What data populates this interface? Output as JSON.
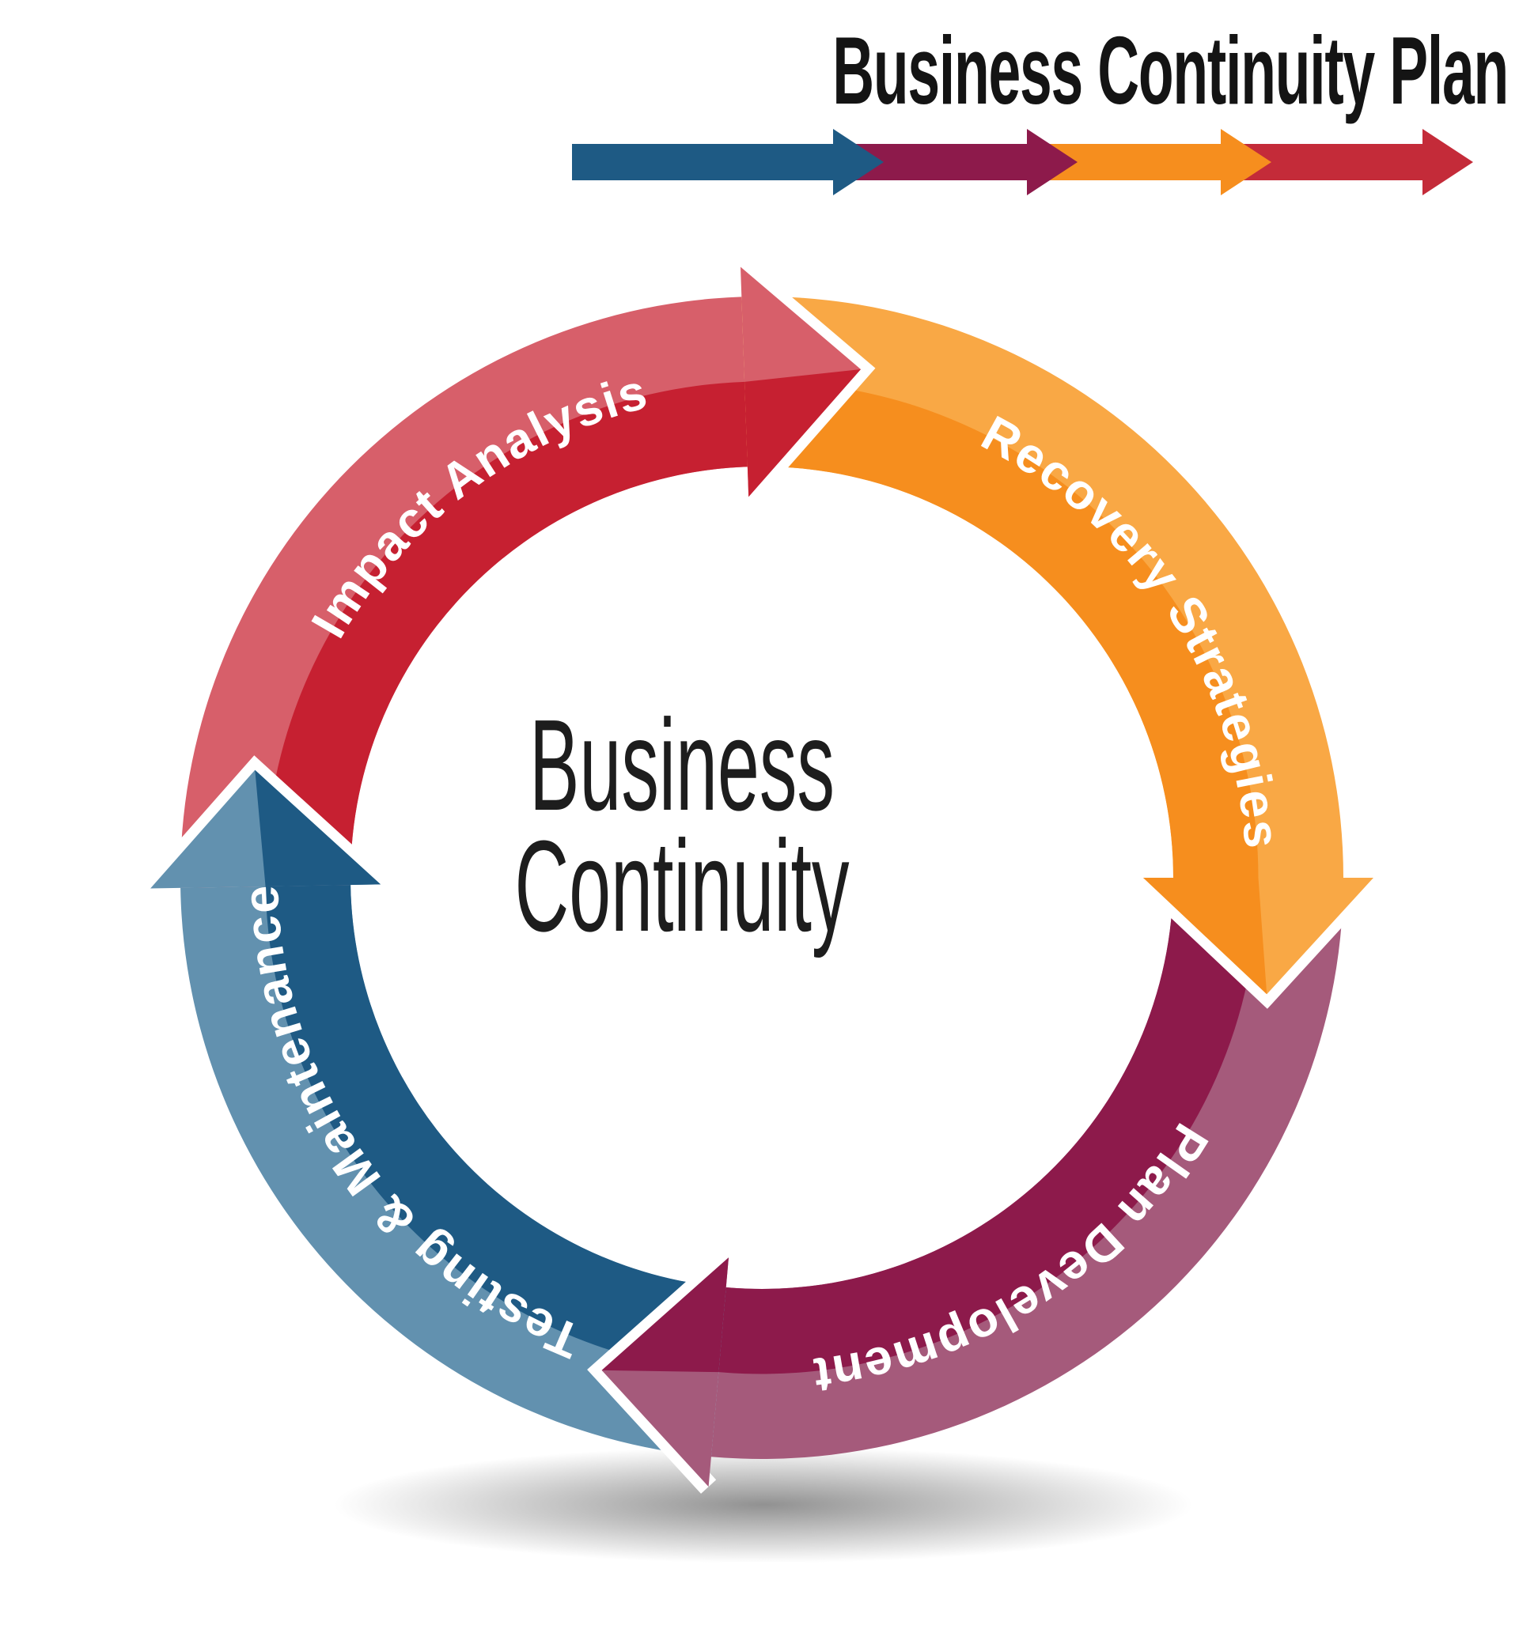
{
  "title": "Business Continuity Plan",
  "center": {
    "line1": "Business",
    "line2": "Continuity"
  },
  "arrow_bar": {
    "arrows": [
      {
        "name": "step-1",
        "color": "#1E5A84"
      },
      {
        "name": "step-2",
        "color": "#8D1A4B"
      },
      {
        "name": "step-3",
        "color": "#F68E1E"
      },
      {
        "name": "step-4",
        "color": "#C42B39"
      }
    ]
  },
  "cycle": {
    "direction": "clockwise",
    "center_text_color": "#1d1d1d",
    "separator_color": "#FFFFFF",
    "segments": [
      {
        "id": "impact-analysis",
        "label": "Impact Analysis",
        "color_light": "#D75F6A",
        "color_dark": "#C62031",
        "tip_angle": 11,
        "label_offset": 52
      },
      {
        "id": "recovery-strategies",
        "label": "Recovery Strategies",
        "color_light": "#F9A845",
        "color_dark": "#F68E1E",
        "tip_angle": 103,
        "label_offset": 55
      },
      {
        "id": "plan-development",
        "label": "Plan Development",
        "color_light": "#A55A7B",
        "color_dark": "#8D1A4B",
        "tip_angle": 198,
        "label_offset": 52
      },
      {
        "id": "testing-maintenance",
        "label": "Testing & Maintenance",
        "color_light": "#6291AF",
        "color_dark": "#1E5A84",
        "tip_angle": 282,
        "label_offset": 51
      }
    ]
  },
  "shadow_color": "#5f5f5f"
}
